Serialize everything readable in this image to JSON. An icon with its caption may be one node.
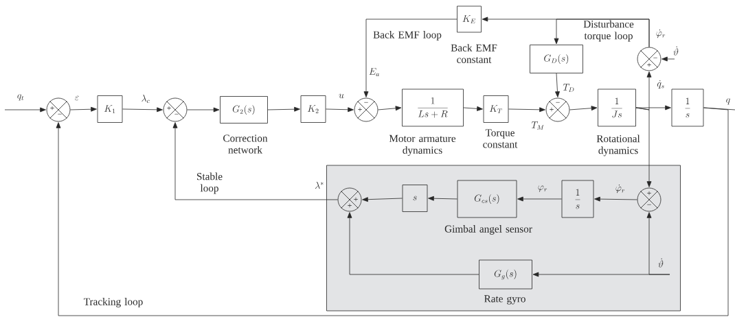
{
  "diagram": {
    "nodes": [
      {
        "text": [
          "+",
          "−"
        ]
      },
      {
        "text": [
          "K_{1}"
        ]
      },
      {
        "text": [
          "+",
          "−"
        ]
      },
      {
        "text": [
          "G_{2}(s)"
        ],
        "beside": [
          "Correction network"
        ]
      },
      {
        "text": [
          "K_{2}"
        ]
      },
      {
        "text": [
          "+",
          "−"
        ]
      },
      {
        "text": [
          "\\frac{1}{Ls+R}"
        ],
        "beside": [
          "Motor armature dynamics"
        ]
      },
      {
        "text": [
          "K_{T}"
        ],
        "beside": [
          "Torque constant"
        ]
      },
      {
        "text": [
          "K_{E}"
        ],
        "beside": [
          "Back EMF constant"
        ]
      },
      {
        "text": [
          "G_{D}(s)"
        ]
      },
      {
        "text": [
          "+",
          "−"
        ]
      },
      {
        "text": [
          "−",
          "+"
        ]
      },
      {
        "text": [
          "\\frac{1}{Js}"
        ],
        "beside": [
          "Rotational dynamics"
        ]
      },
      {
        "text": [
          "\\frac{1}{s}"
        ]
      },
      {
        "text": [],
        "shape": "box"
      },
      {
        "text": [
          "+",
          "+"
        ],
        "in": 14
      },
      {
        "text": [
          "s"
        ],
        "in": 14
      },
      {
        "text": [
          "G_{cs}(s)"
        ],
        "beside": [
          "Gimbal angel sensor"
        ],
        "in": 14
      },
      {
        "text": [
          "\\frac{1}{s}"
        ],
        "in": 14
      },
      {
        "text": [
          "+",
          "−"
        ],
        "in": 14
      },
      {
        "text": [
          "G_{g}(s)"
        ],
        "beside": [
          "Rate gyro"
        ],
        "in": 14
      }
    ],
    "edges": [
      {
        "from": null,
        "to": 0,
        "arrow": "to",
        "label": "q_{t}"
      },
      {
        "from": 0,
        "to": 1,
        "arrow": "to",
        "label": "\\varepsilon"
      },
      {
        "from": 1,
        "to": 2,
        "arrow": "to",
        "label": "\\lambda_{c}"
      },
      {
        "from": 2,
        "to": 3,
        "arrow": "to"
      },
      {
        "from": 3,
        "to": 4,
        "arrow": "to"
      },
      {
        "from": 4,
        "to": 5,
        "arrow": "to",
        "label": "u"
      },
      {
        "from": 5,
        "to": 6,
        "arrow": "to"
      },
      {
        "from": 6,
        "to": 7,
        "arrow": "to"
      },
      {
        "from": 7,
        "to": 10,
        "arrow": "to",
        "label": "T_{M}"
      },
      {
        "from": 10,
        "to": 12,
        "arrow": "to"
      },
      {
        "from": 12,
        "to": 13,
        "arrow": "to"
      },
      {
        "from": 12,
        "to": 11,
        "arrow": "to",
        "label": "\\dot{q}_{s}"
      },
      {
        "from": null,
        "to": 11,
        "arrow": "to",
        "label": "\\dot{\\vartheta}"
      },
      {
        "from": 11,
        "to": 8,
        "arrow": "to",
        "label": "\\dot{\\varphi}_{r}"
      },
      {
        "from": 11,
        "to": 9,
        "arrow": "to"
      },
      {
        "from": 8,
        "to": 5,
        "arrow": "to",
        "label": "E_{a}"
      },
      {
        "from": 9,
        "to": 10,
        "arrow": "to",
        "label": "T_{D}"
      },
      {
        "from": 12,
        "to": 19,
        "arrow": "to"
      },
      {
        "from": 19,
        "to": 18,
        "arrow": "to",
        "label": "\\dot{\\varphi}_{r}"
      },
      {
        "from": 18,
        "to": 17,
        "arrow": "to",
        "label": "\\varphi_{r}"
      },
      {
        "from": 17,
        "to": 16,
        "arrow": "to"
      },
      {
        "from": 16,
        "to": 15,
        "arrow": "to"
      },
      {
        "from": null,
        "to": 19,
        "arrow": "to",
        "label": "\\dot{\\vartheta}"
      },
      {
        "from": null,
        "to": 20,
        "arrow": "to"
      },
      {
        "from": 20,
        "to": 15,
        "arrow": "to"
      },
      {
        "from": 15,
        "to": 2,
        "arrow": "to",
        "label": "\\lambda^{*}"
      },
      {
        "from": 13,
        "to": 0,
        "arrow": "to"
      },
      {
        "from": 13,
        "to": null,
        "arrow": "none",
        "label": "q"
      }
    ],
    "labels": [
      "Back EMF loop",
      "Disturbance torque loop",
      "Stable loop",
      "Tracking loop"
    ]
  }
}
